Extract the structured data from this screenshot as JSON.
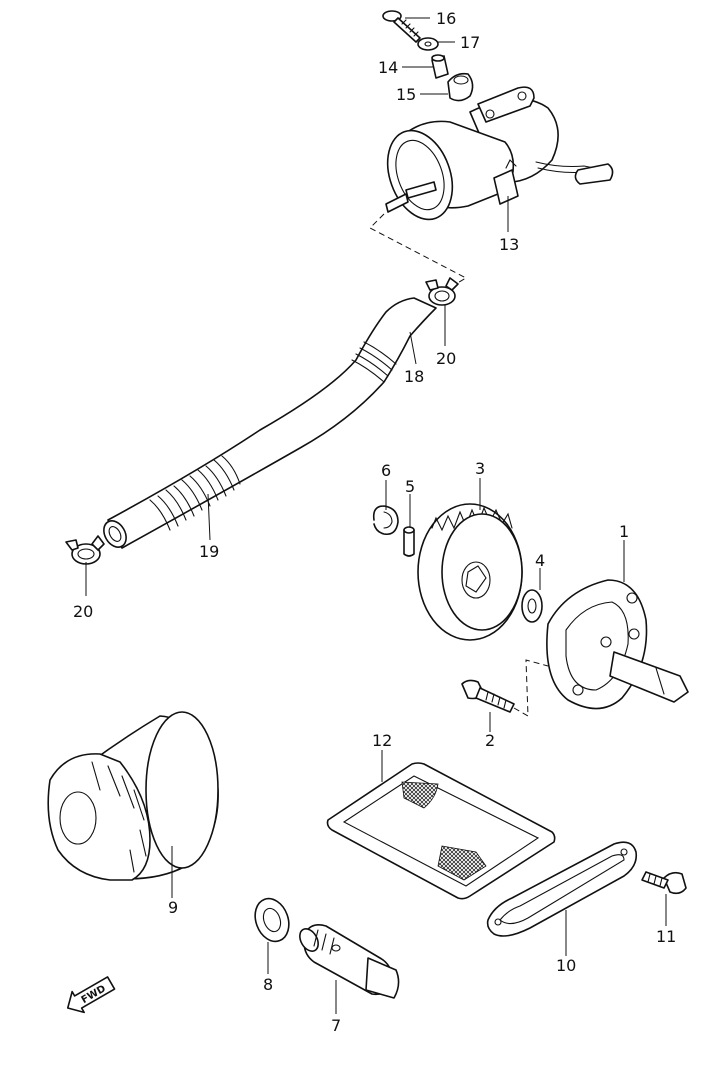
{
  "callouts": {
    "c1": "1",
    "c2": "2",
    "c3": "3",
    "c4": "4",
    "c5": "5",
    "c6": "6",
    "c7": "7",
    "c8": "8",
    "c9": "9",
    "c10": "10",
    "c11": "11",
    "c12": "12",
    "c13": "13",
    "c14": "14",
    "c15": "15",
    "c16": "16",
    "c17": "17",
    "c18": "18",
    "c19": "19",
    "c20a": "20",
    "c20b": "20"
  },
  "direction_badge": "FWD",
  "colors": {
    "ink": "#111111",
    "paper": "#ffffff"
  }
}
